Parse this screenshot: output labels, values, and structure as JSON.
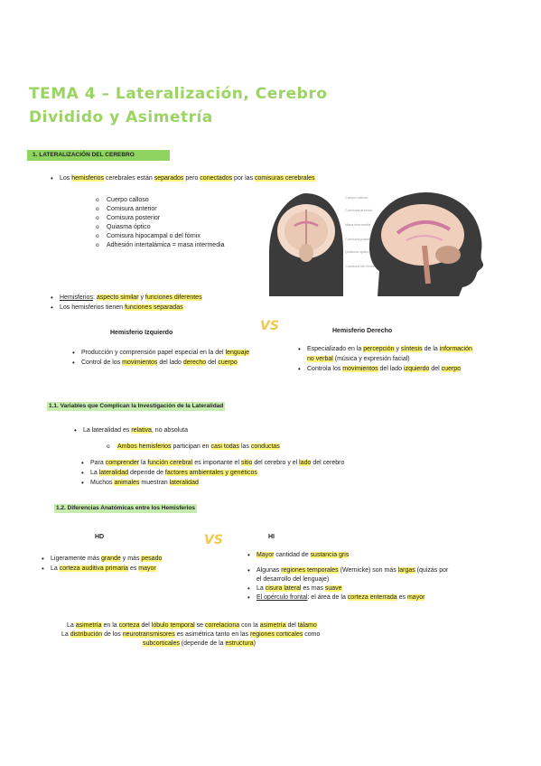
{
  "title": {
    "line1": "TEMA 4 – Lateralización, Cerebro",
    "line2": "Dividido y Asimetría"
  },
  "section1": {
    "heading": "1. LATERALIZACIÓN DEL CEREBRO",
    "intro": [
      "Los ",
      "hemisferios",
      " cerebrales están ",
      "separados",
      " pero ",
      "conectados",
      " por las ",
      "comisuras cerebrales"
    ],
    "commissures": [
      "Cuerpo calloso",
      "Comisura anterior",
      "Comisura posterior",
      "Quiasma óptico",
      "Comisura hipocampal o del fórnix",
      "Adhesión intertalámica = masa intermedia"
    ],
    "bullet2": [
      "Hemisferios",
      ": ",
      "aspecto similar",
      " y ",
      "funciones diferentes"
    ],
    "bullet3": [
      "Los hemisferios tienen ",
      "funciones separadas"
    ],
    "figure_labels": [
      "Cuerpo calloso",
      "Comisura anterior",
      "Masa intermedia",
      "Comisura posterior",
      "Quiasma óptico",
      "Comisura del fórnix"
    ]
  },
  "compare1": {
    "left_title": "Hemisferio Izquierdo",
    "right_title": "Hemisferio Derecho",
    "vs": "VS",
    "left1": [
      "Producción y comprensión papel especial en la del ",
      "lenguaje"
    ],
    "left2": [
      "Control de los ",
      "movimientos",
      " del lado ",
      "derecho",
      " del ",
      "cuerpo"
    ],
    "right1a": [
      "Especializado en la ",
      "percepción",
      " y ",
      "síntesis",
      " de la ",
      "información"
    ],
    "right1b": [
      "no verbal",
      " (música y expresión facial)"
    ],
    "right2": [
      "Controla los ",
      "movimientos",
      " del lado ",
      "izquierdo",
      " del ",
      "cuerpo"
    ]
  },
  "section11": {
    "heading": "1.1. Variables que Complican la Investigación de la Lateralidad",
    "b1": [
      "La lateralidad es ",
      "relativa",
      ", no absoluta"
    ],
    "sub1": [
      "Ambos hemisferios",
      " participan en ",
      "casi todas",
      " las ",
      "conductas"
    ],
    "b2": [
      "Para ",
      "comprender",
      " la ",
      "función cerebral",
      " es importante el ",
      "sitio",
      " del cerebro y el ",
      "lado",
      " del cerebro"
    ],
    "b3": [
      "La ",
      "lateralidad",
      " depende de ",
      "factores ambientales y genéticos"
    ],
    "b4": [
      "Muchos ",
      "animales",
      " muestran ",
      "lateralidad"
    ]
  },
  "section12": {
    "heading": "1.2. Diferencias Anatómicas entre los Hemisferios",
    "hd_title": "HD",
    "hi_title": "HI",
    "vs": "VS",
    "hd1": [
      "Ligeramente más ",
      "grande",
      " y más ",
      "pesado"
    ],
    "hd2": [
      "La ",
      "corteza auditiva primaria",
      " es ",
      "mayor"
    ],
    "hi1": [
      "Mayor",
      " cantidad de ",
      "sustancia gris"
    ],
    "hi2a": [
      "Algunas ",
      "regiones temporales",
      " (Wernicke) son más ",
      "largas",
      " (quizás por"
    ],
    "hi2b": "el desarrollo del lenguaje)",
    "hi3": [
      "La ",
      "cisura lateral",
      " es mas ",
      "suave"
    ],
    "hi4": [
      "El opérculo frontal",
      ": el área de la ",
      "corteza enterrada",
      " es ",
      "mayor"
    ]
  },
  "closing": {
    "l1": [
      "La ",
      "asimetría",
      " en la ",
      "corteza",
      " del ",
      "lóbulo temporal",
      " se ",
      "correlaciona",
      " con la ",
      "asimetría",
      " del ",
      "tálamo"
    ],
    "l2": [
      "La ",
      "distribución",
      " de los ",
      "neurotransmisores",
      " es asimétrica tanto en las ",
      "regiones corticales",
      " como"
    ],
    "l3": [
      "subcorticales",
      " (depende de la ",
      "estructura",
      ")"
    ]
  },
  "colors": {
    "title": "#9bd463",
    "section_bar": "#8fd45e",
    "highlight": "#fdf47a",
    "subhead": "#c7ecb0"
  }
}
